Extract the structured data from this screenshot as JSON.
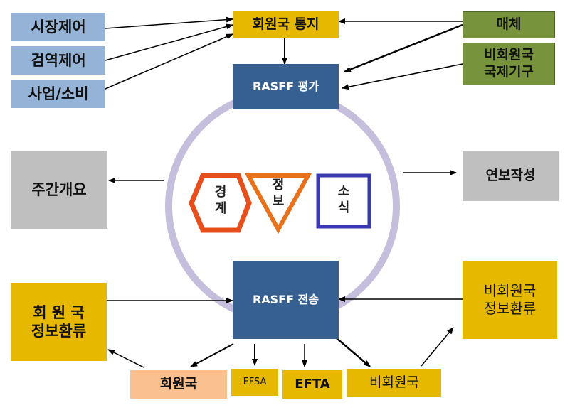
{
  "left_boxes": [
    "시장제어",
    "검역제어",
    "사업/소비"
  ],
  "member_notice": "회원국 통지",
  "media": "매체",
  "non_member_intl": "비회원국\n국제기구",
  "rasff_eval": "RASFF 평가",
  "weekly_overview": "주간개요",
  "annual_report": "연보작성",
  "center_shapes": {
    "alert": "경\n계",
    "info": "정\n보",
    "news": "소\n식"
  },
  "rasff_send": "RASFF 전송",
  "member_info_exchange": "회 원 국\n정보환류",
  "non_member_info_exchange": "비회원국\n정보환류",
  "recipients": [
    "회원국",
    "EFSA",
    "EFTA",
    "비회원국"
  ],
  "colors": {
    "blue": "#95b3d7",
    "gold": "#e6b800",
    "green": "#77933c",
    "navy": "#376092",
    "gray": "#bfbfbf",
    "peach": "#fac090",
    "ring": "#c5bedc",
    "hexagon": "#e84e1b",
    "triangle": "#e8711b",
    "square": "#3a3ab0"
  }
}
